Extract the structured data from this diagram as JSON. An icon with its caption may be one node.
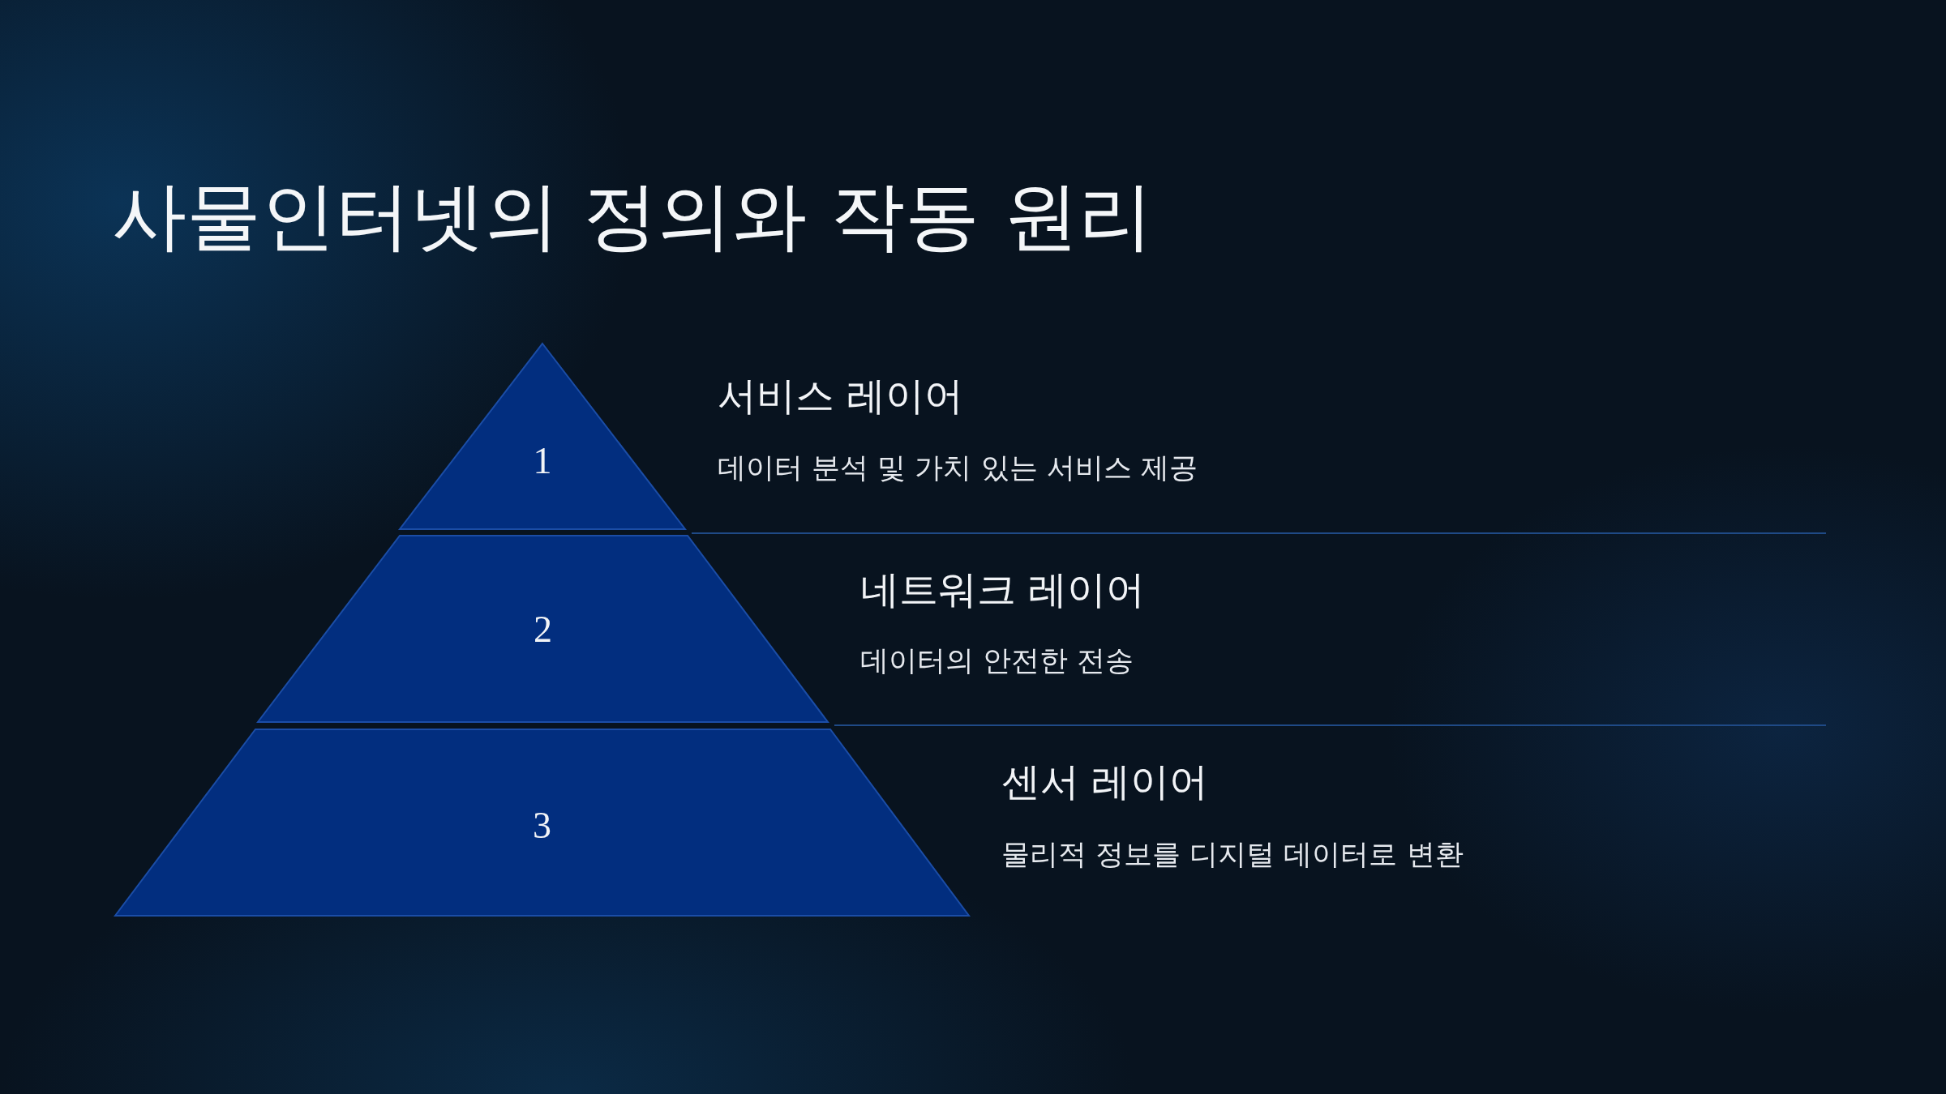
{
  "diagram": {
    "title": "사물인터넷의 정의와 작동 원리",
    "nodes": [
      {
        "text": [
          "1"
        ],
        "beside": [
          "서비스 레이어",
          "데이터 분석 및 가치 있는 서비스 제공"
        ]
      },
      {
        "text": [
          "2"
        ],
        "beside": [
          "네트워크 레이어",
          "데이터의 안전한 전송"
        ]
      },
      {
        "text": [
          "3"
        ],
        "beside": [
          "센서 레이어",
          "물리적 정보를 디지털 데이터로 변환"
        ]
      }
    ]
  }
}
